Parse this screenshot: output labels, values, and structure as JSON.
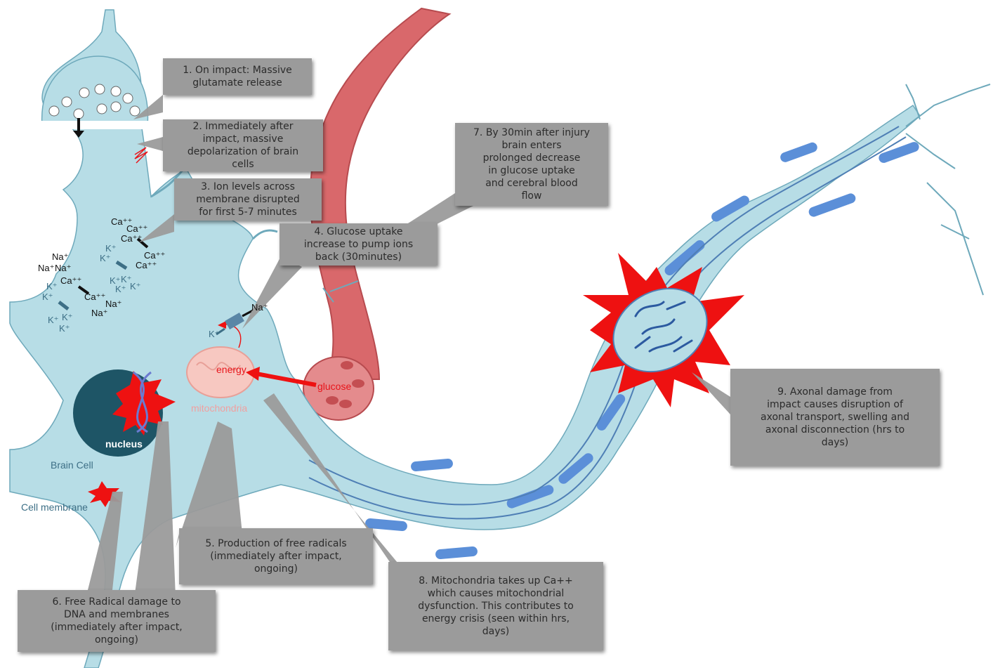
{
  "callouts": {
    "c1": "1. On impact: Massive\nglutamate release",
    "c2": "2. Immediately after\nimpact, massive\ndepolarization of brain\ncells",
    "c3": "3. Ion levels across\nmembrane disrupted\nfor first 5-7 minutes",
    "c4": "4. Glucose uptake\nincrease to pump ions\nback (30minutes)",
    "c5": "5. Production of free radicals\n(immediately after impact,\nongoing)",
    "c6": "6. Free Radical damage to\nDNA and membranes\n(immediately after impact,\nongoing)",
    "c7": "7. By 30min after injury\nbrain enters\nprolonged decrease\nin glucose uptake\nand cerebral blood\nflow",
    "c8": "8. Mitochondria takes up Ca++\nwhich causes  mitochondrial\ndysfunction. This contributes to\nenergy crisis (seen within hrs,\ndays)",
    "c9": "9. Axonal damage from\nimpact causes disruption of\naxonal transport, swelling and\naxonal disconnection (hrs to\ndays)"
  },
  "labels": {
    "energy": "energy",
    "glucose": "glucose",
    "mitochondria": "mitochondria",
    "nucleus": "nucleus",
    "brain_cell": "Brain Cell",
    "cell_membrane": "Cell membrane",
    "na_plus": "Na⁺",
    "k_plus": "K⁺",
    "ca_plus": "Ca⁺⁺"
  },
  "colors": {
    "cell": "#b7dde6",
    "vessel": "#d9686b",
    "callout": "#9b9b9b",
    "nucleus": "#1e5566",
    "explosion": "#ee1111",
    "myelin": "#5b8fd8"
  }
}
